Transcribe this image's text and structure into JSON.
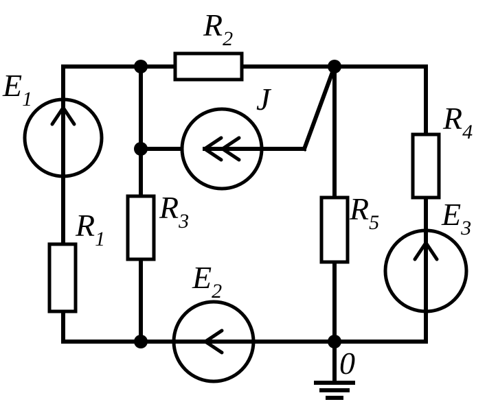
{
  "labels": {
    "E1": {
      "main": "E",
      "sub": "1"
    },
    "E2": {
      "main": "E",
      "sub": "2"
    },
    "E3": {
      "main": "E",
      "sub": "3"
    },
    "J": {
      "main": "J",
      "sub": ""
    },
    "R1": {
      "main": "R",
      "sub": "1"
    },
    "R2": {
      "main": "R",
      "sub": "2"
    },
    "R3": {
      "main": "R",
      "sub": "3"
    },
    "R4": {
      "main": "R",
      "sub": "4"
    },
    "R5": {
      "main": "R",
      "sub": "5"
    },
    "ground_node": "0"
  }
}
